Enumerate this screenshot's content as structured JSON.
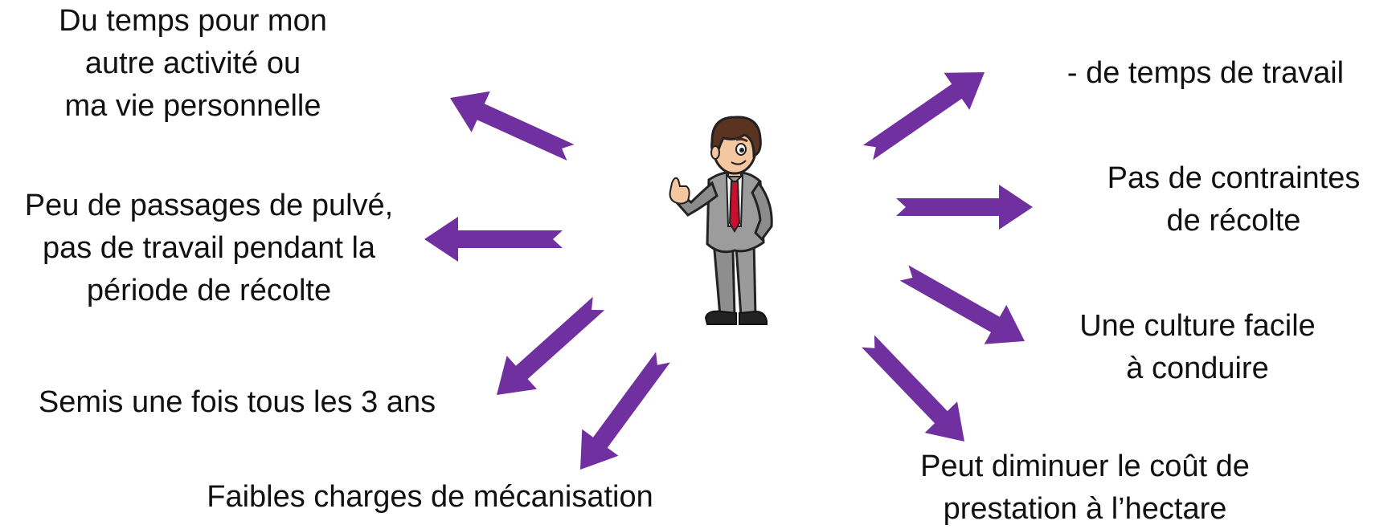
{
  "colors": {
    "arrow": "#7030a0",
    "text": "#111111",
    "background": "#ffffff"
  },
  "benefits": {
    "top_left": [
      "Du temps pour mon",
      "autre activité ou",
      "ma vie personnelle"
    ],
    "mid_left": [
      "Peu de passages de pulvé,",
      "pas de travail pendant la",
      "période de récolte"
    ],
    "low_left": [
      "Semis une fois tous les 3 ans"
    ],
    "bottom_left": [
      "Faibles charges de mécanisation"
    ],
    "top_right": [
      "- de temps de travail"
    ],
    "mid_right": [
      "Pas de contraintes",
      "de récolte"
    ],
    "low_right": [
      "Une culture facile",
      "à conduire"
    ],
    "bottom_right": [
      "Peut diminuer le coût de",
      "prestation à l’hectare"
    ]
  },
  "center_figure": "businessman-thumbs-up"
}
